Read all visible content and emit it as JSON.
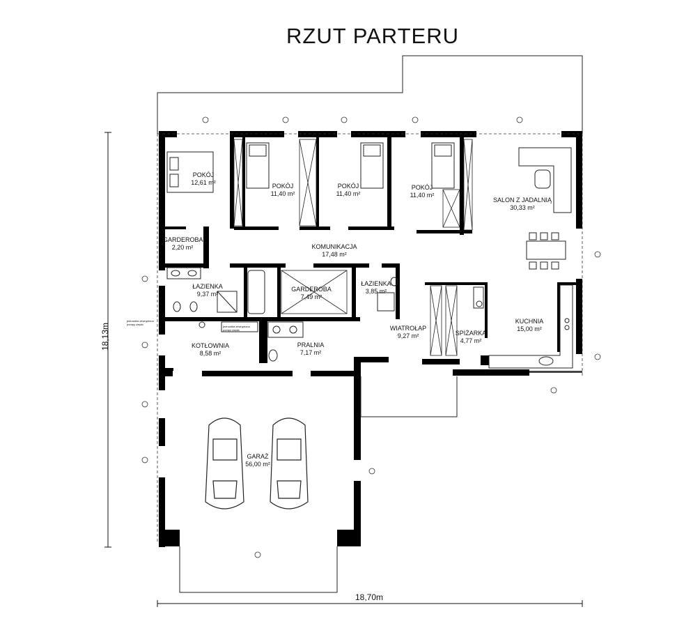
{
  "title": "RZUT PARTERU",
  "dimensions": {
    "width": "18,70m",
    "height": "18,13m"
  },
  "rooms": [
    {
      "id": "pokoj1",
      "name": "POKÓJ",
      "area": "12,61 m²"
    },
    {
      "id": "pokoj2",
      "name": "POKÓJ",
      "area": "11,40 m²"
    },
    {
      "id": "pokoj3",
      "name": "POKÓJ",
      "area": "11,40 m²"
    },
    {
      "id": "pokoj4",
      "name": "POKÓJ",
      "area": "11,40 m²"
    },
    {
      "id": "salon",
      "name": "SALON Z JADALNIĄ",
      "area": "30,33 m²"
    },
    {
      "id": "garderoba1",
      "name": "GARDEROBA",
      "area": "2,20 m²"
    },
    {
      "id": "komunikacja",
      "name": "KOMUNIKACJA",
      "area": "17,48 m²"
    },
    {
      "id": "lazienka1",
      "name": "ŁAZIENKA",
      "area": "9,37 m²"
    },
    {
      "id": "garderoba2",
      "name": "GARDEROBA",
      "area": "7,49 m²"
    },
    {
      "id": "lazienka2",
      "name": "ŁAZIENKA",
      "area": "3,85 m²"
    },
    {
      "id": "wiatrolap",
      "name": "WIATROŁAP",
      "area": "9,27 m²"
    },
    {
      "id": "spizarka",
      "name": "SPIŻARKA",
      "area": "4,77 m²"
    },
    {
      "id": "kuchnia",
      "name": "KUCHNIA",
      "area": "15,00 m²"
    },
    {
      "id": "kotlownia",
      "name": "KOTŁOWNIA",
      "area": "8,58 m²"
    },
    {
      "id": "pralnia",
      "name": "PRALNIA",
      "area": "7,17 m²"
    },
    {
      "id": "garaz",
      "name": "GARAŻ",
      "area": "56,00 m²"
    }
  ],
  "notes": {
    "pump1": "jednostka zewnętrzna pompy ciepła",
    "pump2": "jednostka zewnętrzna pompy ciepła"
  },
  "colors": {
    "wall": "#000000",
    "line": "#222222",
    "thin": "#555555"
  }
}
